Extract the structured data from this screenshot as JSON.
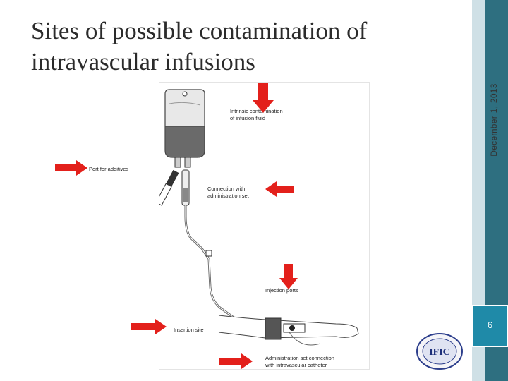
{
  "slide": {
    "title": "Sites of possible contamination of intravascular infusions",
    "date": "December 1, 2013",
    "page_number": "6"
  },
  "diagram": {
    "labels": {
      "intrinsic": [
        "Intrinsic contamination",
        "of infusion fluid"
      ],
      "port": "Port for additives",
      "connection": [
        "Connection with",
        "administration set"
      ],
      "injection": "Injection ports",
      "insertion": "Insertion site",
      "catheter": [
        "Administration set connection",
        "with intravascular catheter"
      ]
    }
  },
  "logo": {
    "text": "IFIC"
  },
  "colors": {
    "arrow": "#e3201b",
    "sidebar_dark": "#2e6f80",
    "sidebar_light": "#cfe0e6",
    "page_box": "#1f8aa8"
  },
  "icons": {
    "arrow": "red-arrow-icon",
    "logo": "ific-logo-icon"
  }
}
